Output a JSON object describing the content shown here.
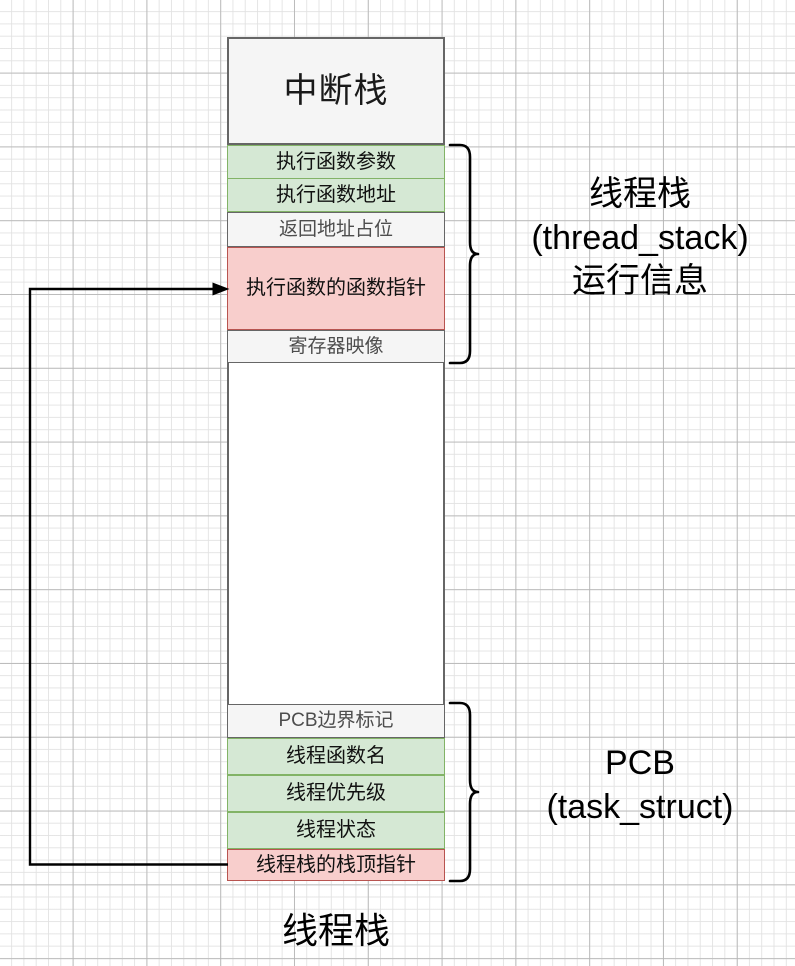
{
  "diagram": {
    "title_row": {
      "label": "中断栈"
    },
    "thread_stack_rows": [
      {
        "label": "执行函数参数",
        "style": "green"
      },
      {
        "label": "执行函数地址",
        "style": "green"
      },
      {
        "label": "返回地址占位",
        "style": "gray"
      },
      {
        "label": "执行函数的函数指针",
        "style": "red"
      },
      {
        "label": "寄存器映像",
        "style": "gray"
      }
    ],
    "pcb_rows": [
      {
        "label": "PCB边界标记",
        "style": "gray"
      },
      {
        "label": "线程函数名",
        "style": "green"
      },
      {
        "label": "线程优先级",
        "style": "green"
      },
      {
        "label": "线程状态",
        "style": "green"
      },
      {
        "label": "线程栈的栈顶指针",
        "style": "red"
      }
    ],
    "brace_labels": {
      "thread_stack": "线程栈\n(thread_stack)\n运行信息",
      "pcb": "PCB\n(task_struct)"
    },
    "bottom_caption": "线程栈",
    "colors": {
      "green_fill": "#d5e8d4",
      "green_stroke": "#82b366",
      "red_fill": "#f8cecc",
      "red_stroke": "#b85450",
      "gray_fill": "#f5f5f5",
      "gray_stroke": "#666666",
      "grid_minor": "#e2e2e2",
      "grid_major": "#b4b4b4",
      "text_dark": "#111111",
      "text_gray": "#4d4d4d"
    }
  }
}
